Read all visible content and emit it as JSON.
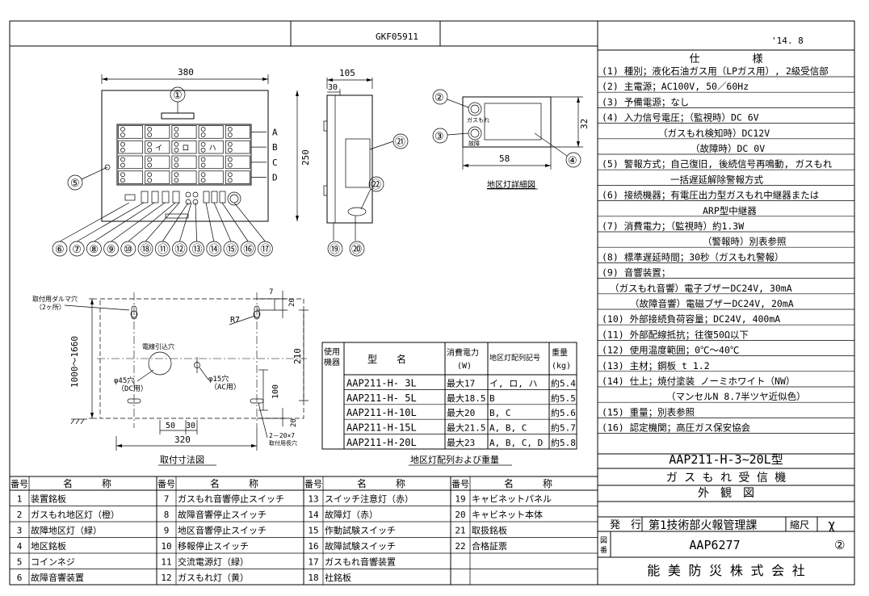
{
  "header": {
    "code": "GKF05911",
    "date": "'14.  8"
  },
  "spec": {
    "title": "仕　　　　　様",
    "lines": [
      "(1) 種別；液化石油ガス用（LPガス用）, 2級受信部",
      "(2) 主電源；AC100V, 50／60Hz",
      "(3) 予備電源；なし",
      "(4) 入力信号電圧；（監視時）DC  6V",
      "（ガスもれ検知時）DC12V",
      "（故障時）DC  0V",
      "(5) 警報方式；自己復旧, 後続信号再鳴動, ガスもれ",
      "一括遅延解除警報方式",
      "(6) 接続機器；有電圧出力型ガスもれ中継器または",
      "ARP型中継器",
      "(7) 消費電力；（監視時）約1.3W",
      "（警報時）別表参照",
      "(8) 標準遅延時間；30秒（ガスもれ警報）",
      "(9) 音響装置；",
      "（ガスもれ音響）電子ブザーDC24V, 30mA",
      "（故障音響）電磁ブザーDC24V, 20mA",
      "(10) 外部接続負荷容量；DC24V, 400mA",
      "(11) 外部配線抵抗；往復50Ω以下",
      "(12) 使用温度範囲；0℃～40℃",
      "(13) 主材；鋼板 t 1.2",
      "(14) 仕上；焼付塗装 ノーミホワイト（NW）",
      "（マンセルN 8.7半ツヤ近似色）",
      "(15) 重量；別表参照",
      "(16) 認定機関；高圧ガス保安協会"
    ]
  },
  "title_block": {
    "model": "AAP211-H-3~20L型",
    "product": "ガ ス も れ 受 信 機",
    "view": "外　観　図",
    "issue_label": "発　行",
    "issuer": "第1技術部火報管理課",
    "scale_label": "縮尺",
    "scale_value": "χ",
    "drawing_no_label": "図番",
    "drawing_no": "AAP6277",
    "revision": "②",
    "company": "能 美 防 災 株 式 会 社"
  },
  "front_view": {
    "width_dim": "380",
    "height_dim": "250",
    "row_labels": [
      "A",
      "B",
      "C",
      "D"
    ],
    "zone_labels": [
      "イ",
      "ロ",
      "ハ"
    ],
    "callouts_bottom": [
      "⑥",
      "⑦",
      "⑧",
      "⑨",
      "⑩",
      "⑱",
      "⑪",
      "⑫",
      "⑬",
      "⑭",
      "⑮",
      "⑯",
      "⑰"
    ],
    "callout_top": "①",
    "callout_left": "⑤"
  },
  "side_view": {
    "depth_dim": "105",
    "inner_dim": "30",
    "callouts": [
      "㉑",
      "㉒",
      "⑲",
      "⑳"
    ]
  },
  "lamp_detail": {
    "title": "地区灯詳細図",
    "width_dim": "58",
    "height_dim": "32",
    "gas_label": "ガスもれ",
    "fault_label": "故障",
    "callouts": [
      "②",
      "③",
      "④"
    ]
  },
  "mounting": {
    "title": "取付寸法図",
    "hook_label": "取付用ダルマ穴",
    "hook_count": "（2ヶ所）",
    "cable_label": "電線引込穴",
    "hole_dc": "φ45穴",
    "hole_dc_note": "（DC用）",
    "hole_ac": "φ15穴",
    "hole_ac_note": "（AC用）",
    "radius": "R7",
    "slot": "2－20×7",
    "slot_note": "取付用長穴",
    "dim_vertical_range": "1000～1660",
    "dim_210": "210",
    "dim_100": "100",
    "dim_20_top": "20",
    "dim_20_bottom": "20",
    "dim_7": "7",
    "dim_50": "50",
    "dim_30": "30",
    "dim_320": "320"
  },
  "weights": {
    "title": "地区灯配列および重量",
    "headers": [
      "使用機器",
      "型　　名",
      "消費電力(W)",
      "地区灯配列記号",
      "重量(kg)"
    ],
    "rows": [
      [
        "AAP211-H- 3L",
        "最大17",
        "イ, ロ, ハ",
        "約5.4"
      ],
      [
        "AAP211-H- 5L",
        "最大18.5",
        "B",
        "約5.5"
      ],
      [
        "AAP211-H-10L",
        "最大20",
        "B, C",
        "約5.6"
      ],
      [
        "AAP211-H-15L",
        "最大21.5",
        "A, B, C",
        "約5.7"
      ],
      [
        "AAP211-H-20L",
        "最大23",
        "A, B, C, D",
        "約5.8"
      ]
    ]
  },
  "parts": {
    "header_no": "番号",
    "header_name": "名　　　称",
    "columns": [
      [
        [
          "1",
          "装置銘板"
        ],
        [
          "2",
          "ガスもれ地区灯（橙）"
        ],
        [
          "3",
          "故障地区灯（緑）"
        ],
        [
          "4",
          "地区銘板"
        ],
        [
          "5",
          "コインネジ"
        ],
        [
          "6",
          "故障音響装置"
        ]
      ],
      [
        [
          "7",
          "ガスもれ音響停止スイッチ"
        ],
        [
          "8",
          "故障音響停止スイッチ"
        ],
        [
          "9",
          "地区音響停止スイッチ"
        ],
        [
          "10",
          "移報停止スイッチ"
        ],
        [
          "11",
          "交流電源灯（緑）"
        ],
        [
          "12",
          "ガスもれ灯（黄）"
        ]
      ],
      [
        [
          "13",
          "スイッチ注意灯（赤）"
        ],
        [
          "14",
          "故障灯（赤）"
        ],
        [
          "15",
          "作動試験スイッチ"
        ],
        [
          "16",
          "故障試験スイッチ"
        ],
        [
          "17",
          "ガスもれ音響装置"
        ],
        [
          "18",
          "社銘板"
        ]
      ],
      [
        [
          "19",
          "キャビネットパネル"
        ],
        [
          "20",
          "キャビネット本体"
        ],
        [
          "21",
          "取扱銘板"
        ],
        [
          "22",
          "合格証票"
        ],
        [
          "",
          ""
        ],
        [
          "",
          ""
        ]
      ]
    ]
  }
}
